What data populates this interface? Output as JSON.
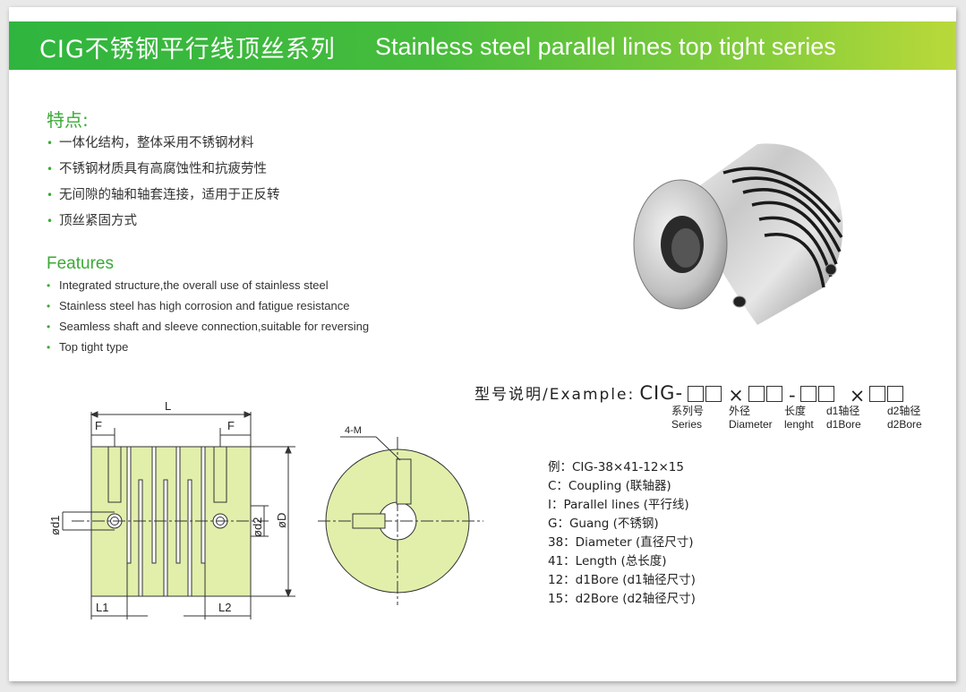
{
  "banner": {
    "title_cn": "CIG不锈钢平行线顶丝系列",
    "title_en": "Stainless steel parallel lines top tight series"
  },
  "features_cn": {
    "title": "特点:",
    "items": [
      "一体化结构，整体采用不锈钢材料",
      "不锈钢材质具有高腐蚀性和抗疲劳性",
      "无间隙的轴和轴套连接，适用于正反转",
      "顶丝紧固方式"
    ]
  },
  "features_en": {
    "title": "Features",
    "items": [
      "Integrated structure,the overall use of stainless steel",
      "Stainless steel has high corrosion and fatigue resistance",
      "Seamless shaft and sleeve connection,suitable for reversing",
      "Top tight type"
    ]
  },
  "model": {
    "label": "型号说明/Example:",
    "code": "CIG-",
    "times": "×",
    "dash": "-",
    "fields": [
      {
        "cn": "系列号",
        "en": "Series"
      },
      {
        "cn": "外径",
        "en": "Diameter"
      },
      {
        "cn": "长度",
        "en": "lenght"
      },
      {
        "cn": "d1轴径",
        "en": "d1Bore"
      },
      {
        "cn": "d2轴径",
        "en": "d2Bore"
      }
    ]
  },
  "example": [
    "例：CIG-38×41-12×15",
    "C：Coupling (联轴器)",
    "I：Parallel lines (平行线)",
    "G：Guang (不锈钢)",
    "38：Diameter (直径尺寸)",
    "41：Length (总长度)",
    "12：d1Bore (d1轴径尺寸)",
    "15：d2Bore (d2轴径尺寸)"
  ],
  "drawing": {
    "L": "L",
    "F1": "F",
    "F2": "F",
    "L1": "L1",
    "L2": "L2",
    "d1": "ød1",
    "d2": "ød2",
    "D": "øD",
    "M": "4-M",
    "body_color": "#e1efab",
    "line_color": "#333333"
  }
}
